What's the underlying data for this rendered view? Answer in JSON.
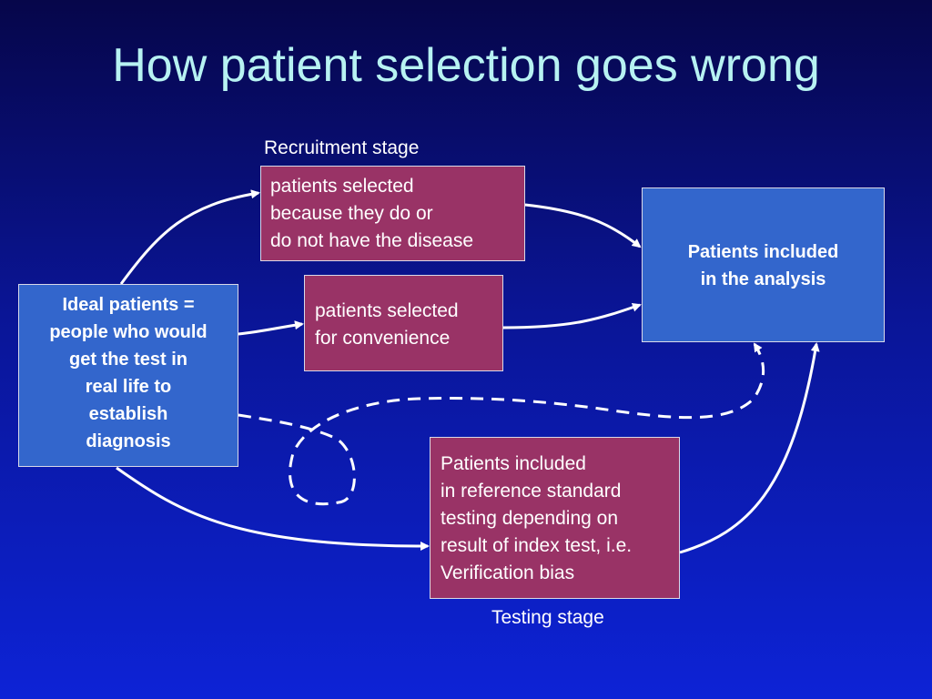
{
  "slide": {
    "title": "How patient selection goes wrong"
  },
  "labels": {
    "recruitment_stage": "Recruitment stage",
    "testing_stage": "Testing stage"
  },
  "boxes": {
    "ideal_patients": {
      "lines": [
        "Ideal patients =",
        "people who would",
        "get the test in",
        "real life to",
        "establish",
        "diagnosis"
      ]
    },
    "disease_selection": {
      "lines": [
        "patients selected",
        "because they do or",
        "do not have the disease"
      ]
    },
    "convenience_selection": {
      "lines": [
        "patients selected",
        "for convenience"
      ]
    },
    "verification_bias": {
      "lines": [
        "Patients included",
        "in reference standard",
        "testing depending on",
        "result of index test, i.e.",
        "Verification bias"
      ]
    },
    "analysis": {
      "lines": [
        "Patients included",
        "in the analysis"
      ]
    }
  },
  "colors": {
    "background_top": "#06064a",
    "background_bottom": "#0d23d6",
    "title": "#b7f2f2",
    "maroon_box": "#993366",
    "blue_box": "#3366cc",
    "connector": "#ffffff"
  }
}
